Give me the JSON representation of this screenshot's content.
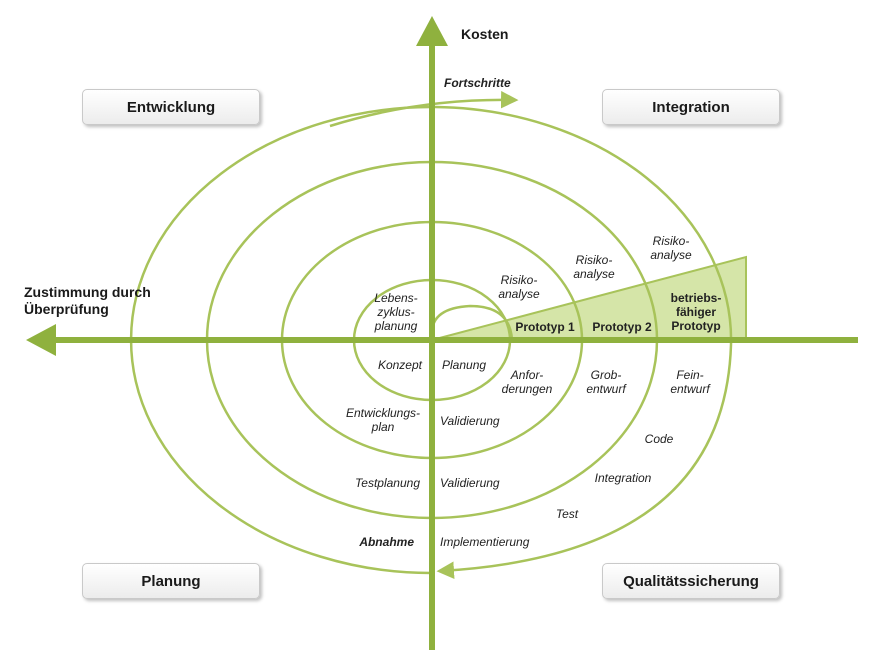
{
  "axes": {
    "top": "Kosten",
    "left": "Zustimmung durch\nÜberprüfung"
  },
  "progress_label": "Fortschritte",
  "quadrants": {
    "top_left": "Entwicklung",
    "top_right": "Integration",
    "bottom_left": "Planung",
    "bottom_right": "Qualitätssicherung"
  },
  "risk_labels": [
    "Risiko-\nanalyse",
    "Risiko-\nanalyse",
    "Risiko-\nanalyse"
  ],
  "prototypes": [
    "Prototyp 1",
    "Prototyp 2",
    "betriebs-\nfähiger\nPrototyp"
  ],
  "life_cycle": "Lebens-\nzyklus-\nplanung",
  "lower_left": {
    "concept": "Konzept",
    "dev_plan": "Entwicklungs-\nplan",
    "test_planning": "Testplanung",
    "acceptance": "Abnahme"
  },
  "lower_center": {
    "planning": "Planung",
    "validation1": "Validierung",
    "validation2": "Validierung",
    "implementation": "Implementierung"
  },
  "lower_right": {
    "requirements": "Anfor-\nderungen",
    "coarse_design": "Grob-\nentwurf",
    "fine_design": "Fein-\nentwurf",
    "code": "Code",
    "integration": "Integration",
    "test": "Test"
  },
  "colors": {
    "spiral": "#a8c35a",
    "axis": "#8fb13e",
    "triangle_fill": "#d5e5a8"
  }
}
